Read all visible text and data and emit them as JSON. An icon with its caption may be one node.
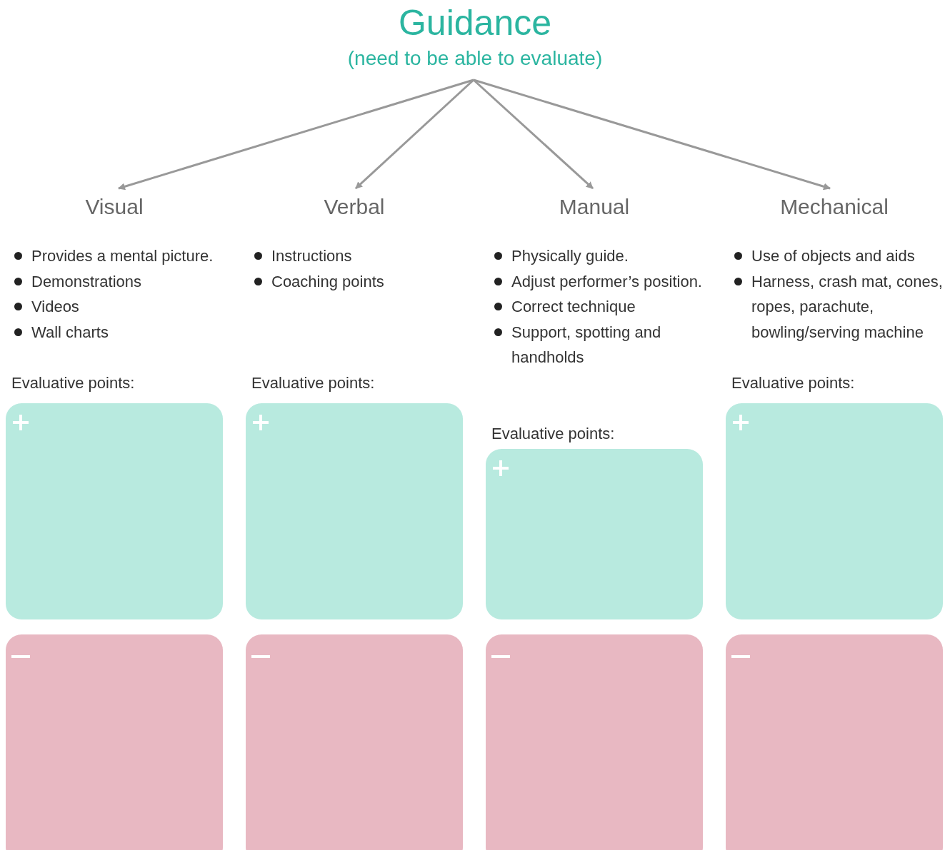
{
  "diagram": {
    "nodes": [
      {
        "text": [
          "Guidance",
          "(need to be able to evaluate)"
        ]
      },
      {
        "text": [
          "Visual"
        ]
      },
      {
        "text": [
          "Verbal"
        ]
      },
      {
        "text": [
          "Manual"
        ]
      },
      {
        "text": [
          "Mechanical"
        ]
      }
    ],
    "edges": [
      {
        "from": 0,
        "to": 1,
        "arrow": "to"
      },
      {
        "from": 0,
        "to": 2,
        "arrow": "to"
      },
      {
        "from": 0,
        "to": 3,
        "arrow": "to"
      },
      {
        "from": 0,
        "to": 4,
        "arrow": "to"
      }
    ],
    "labels": [
      "Provides a mental picture.",
      "Demonstrations",
      "Videos",
      "Wall charts",
      "Evaluative points:",
      "Instructions",
      "Coaching points",
      "Evaluative points:",
      "Physically guide.",
      "Adjust performer’s position.",
      "Correct technique",
      "Support, spotting and handholds",
      "Evaluative points:",
      "Use of objects and aids",
      "Harness, crash mat, cones, ropes, parachute, bowling/serving machine",
      "Evaluative points:"
    ]
  }
}
